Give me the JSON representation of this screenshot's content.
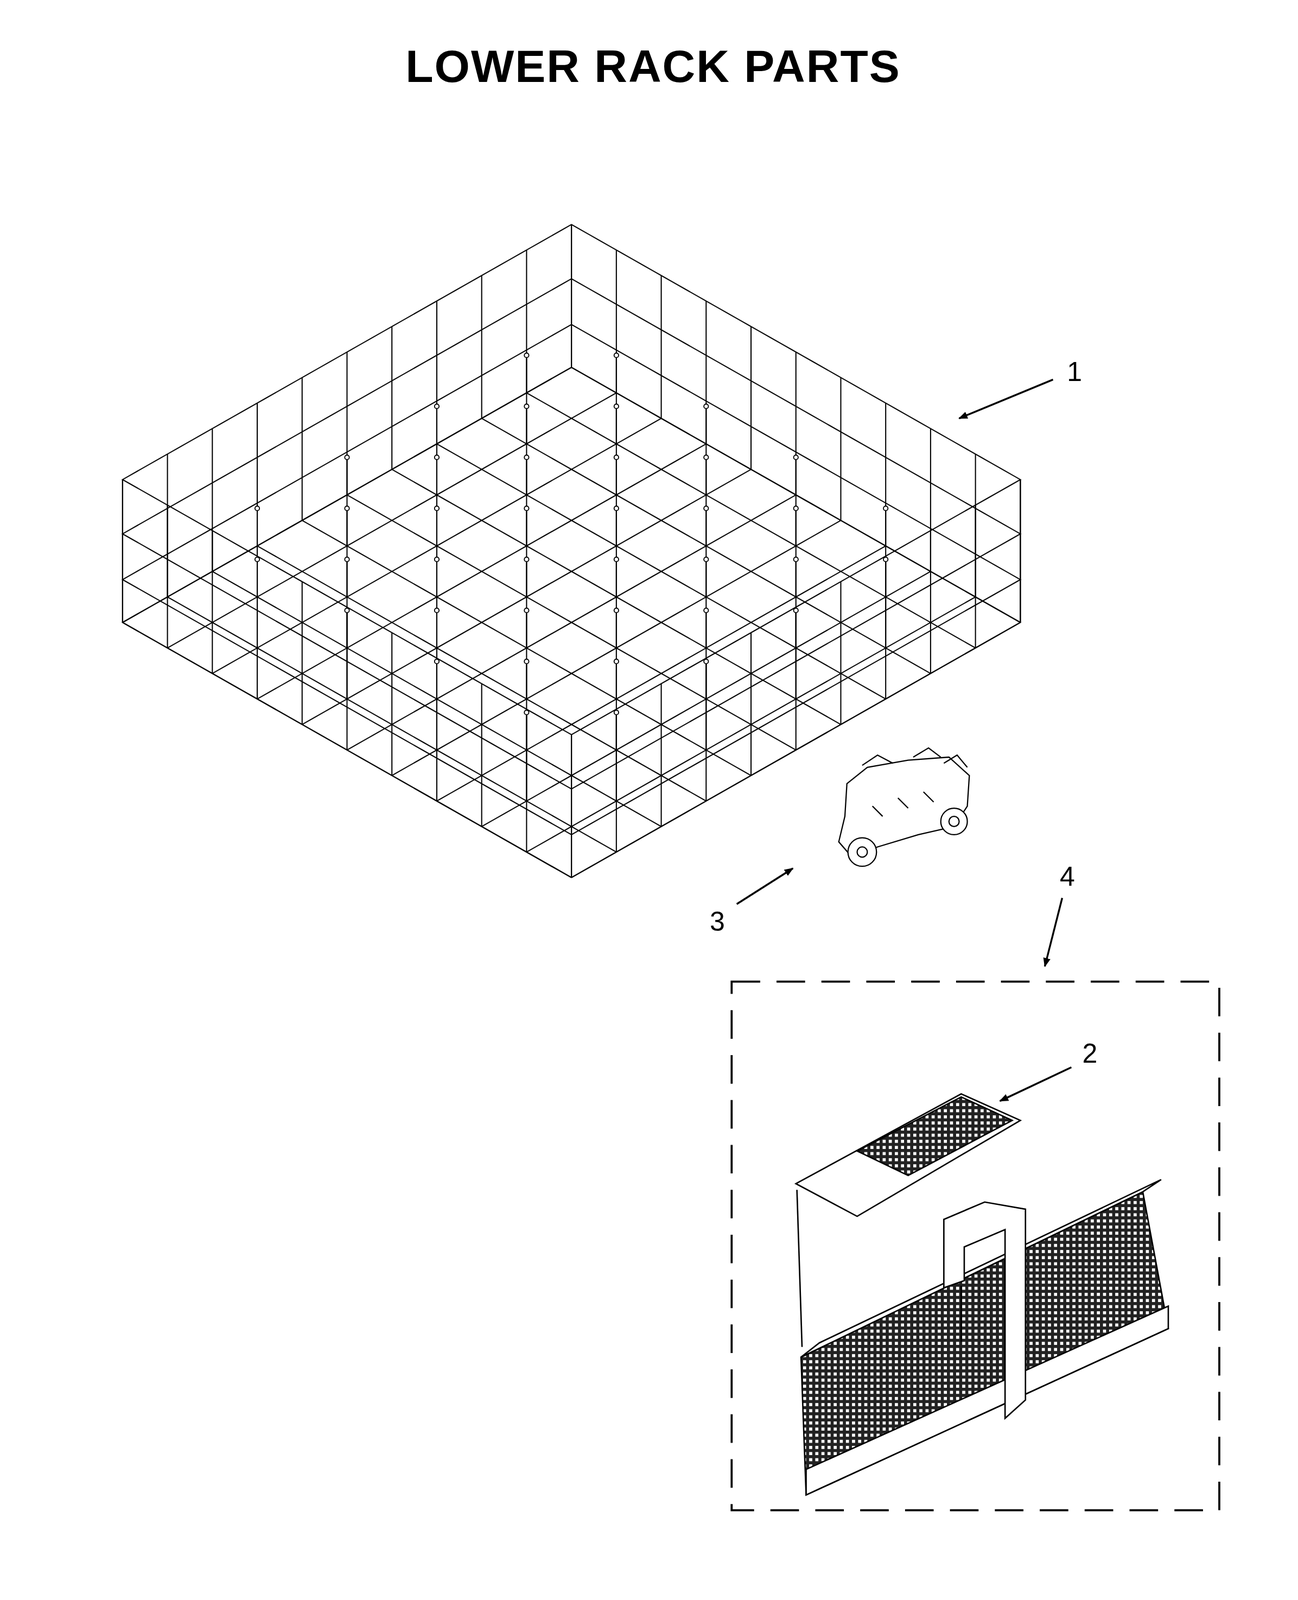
{
  "diagram": {
    "title": "LOWER RACK PARTS",
    "labels": [
      "1",
      "3",
      "4",
      "2"
    ]
  }
}
